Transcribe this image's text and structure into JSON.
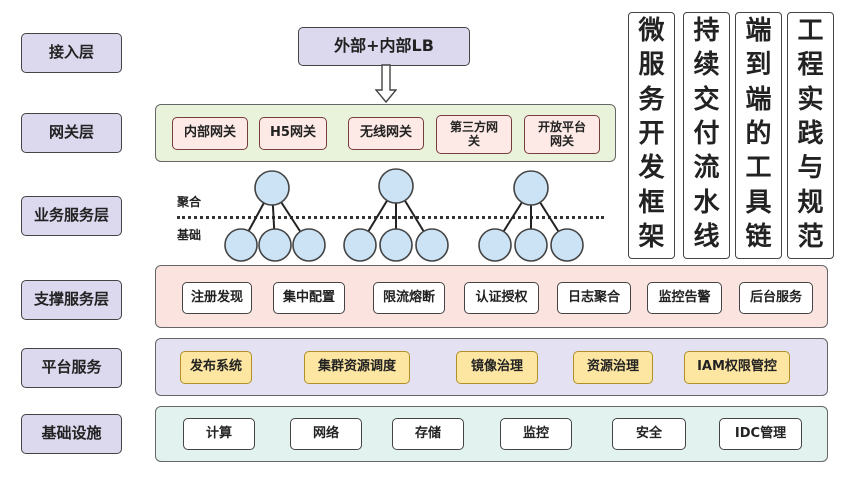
{
  "layers": [
    {
      "label": "接入层"
    },
    {
      "label": "网关层"
    },
    {
      "label": "业务服务层"
    },
    {
      "label": "支撑服务层"
    },
    {
      "label": "平台服务"
    },
    {
      "label": "基础设施"
    }
  ],
  "access": {
    "lb": "外部+内部LB"
  },
  "gateway": [
    "内部网关",
    "H5网关",
    "无线网关",
    "第三方网关",
    "开放平台网关"
  ],
  "business": {
    "aggregate": "聚合",
    "base": "基础"
  },
  "support": [
    "注册发现",
    "集中配置",
    "限流熔断",
    "认证授权",
    "日志聚合",
    "监控告警",
    "后台服务"
  ],
  "platform": [
    "发布系统",
    "集群资源调度",
    "镜像治理",
    "资源治理",
    "IAM权限管控"
  ],
  "infra": [
    "计算",
    "网络",
    "存储",
    "监控",
    "安全",
    "IDC管理"
  ],
  "columns": [
    {
      "chars": [
        "微",
        "服",
        "务",
        "开",
        "发",
        "框",
        "架"
      ]
    },
    {
      "chars": [
        "持",
        "续",
        "交",
        "付",
        "流",
        "水",
        "线"
      ]
    },
    {
      "chars": [
        "端",
        "到",
        "端",
        "的",
        "工",
        "具",
        "链"
      ]
    },
    {
      "chars": [
        "工",
        "程",
        "实",
        "践",
        "与",
        "规",
        "范"
      ]
    }
  ],
  "colors": {
    "label_fill": "#dcd9ef",
    "gateway_band": "#e9f3dc",
    "support_band": "#fbe3df",
    "platform_band": "#e4e1f3",
    "infra_band": "#e2f2ef",
    "node_fill": "#cbe3f5",
    "red_chip": "#fdeae6",
    "yellow_chip": "#fce6a2"
  }
}
